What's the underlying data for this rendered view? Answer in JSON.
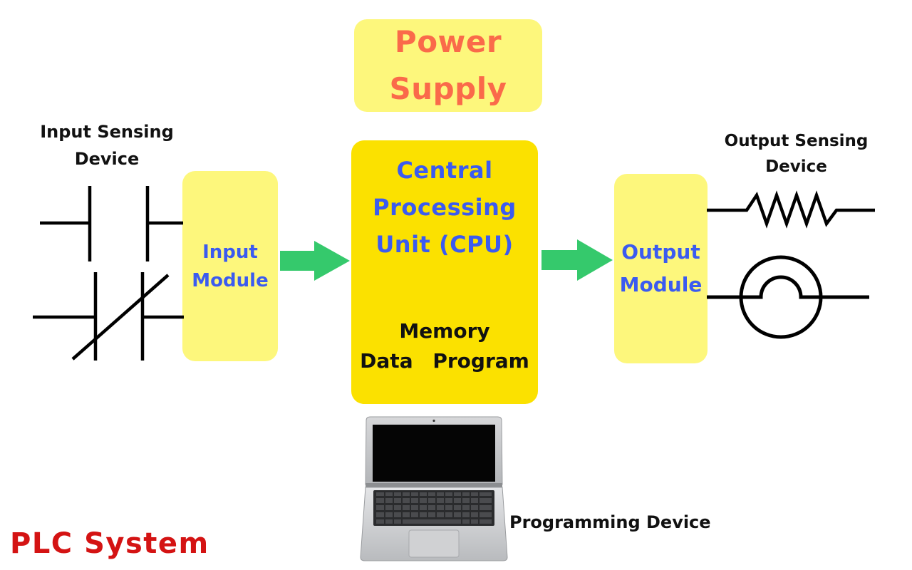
{
  "title": "PLC System",
  "power_supply": {
    "line1": "Power",
    "line2": "Supply"
  },
  "cpu": {
    "line1": "Central",
    "line2": "Processing",
    "line3": "Unit (CPU)",
    "memory": "Memory",
    "memory_sub": "Data Program"
  },
  "input_module": {
    "line1": "Input",
    "line2": "Module"
  },
  "output_module": {
    "line1": "Output",
    "line2": "Module"
  },
  "input_sensing": {
    "line1": "Input Sensing",
    "line2": "Device"
  },
  "output_sensing": {
    "line1": "Output Sensing",
    "line2": "Device"
  },
  "programming_device": "Programming Device",
  "colors": {
    "title_red": "#d41313",
    "power_text": "#fa6a4a",
    "module_text_blue": "#3b5bf0",
    "box_light_yellow": "#fdf77c",
    "box_cpu_yellow": "#fbe100",
    "arrow_green": "#35c96c"
  },
  "icons": {
    "normally_open_contact": "no-contact-icon",
    "normally_closed_contact": "nc-contact-icon",
    "resistor": "resistor-icon",
    "lamp": "lamp-icon",
    "laptop": "laptop-icon",
    "arrow": "arrow-right-icon"
  }
}
